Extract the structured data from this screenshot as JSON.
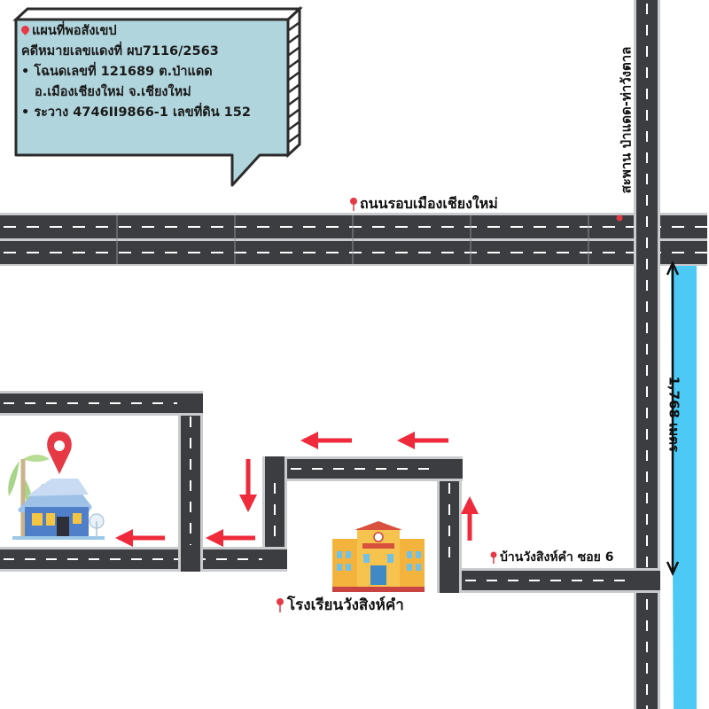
{
  "colors": {
    "road": "#3c3d40",
    "road_edge": "#bfc1c4",
    "dash": "#ffffff",
    "arrow": "#ee2a3b",
    "river": "#4cc9f4",
    "bubble_fill": "#b1d5dd",
    "bubble_border": "#2b2b2b",
    "pin": "#e63946"
  },
  "info_box": {
    "title": "แผนที่พอสังเขป",
    "case_line": "คดีหมายเลขแดงที่ ผบ7116/2563",
    "deed_line1": "• โฉนดเลขที่ 121689 ต.ป่าแดด",
    "deed_line2": "อ.เมืองเชียงใหม่ จ.เชียงใหม่",
    "map_sheet_line": "• ระวาง 4746II9866-1 เลขที่ดิน 152",
    "icon": "pin-icon"
  },
  "labels": {
    "ring_road": "ถนนรอบเมืองเชียงใหม่",
    "bridge": "สะพาน ป่าแดด-ท่าวังตาล",
    "soi": "บ้านวังสิงห์คำ ซอย 6",
    "school": "โรงเรียนวังสิงห์คำ",
    "distance": "1,768 เมตร"
  },
  "icons": {
    "house": "house-destination-icon",
    "school": "school-building-icon",
    "location": "location-pin-icon"
  }
}
